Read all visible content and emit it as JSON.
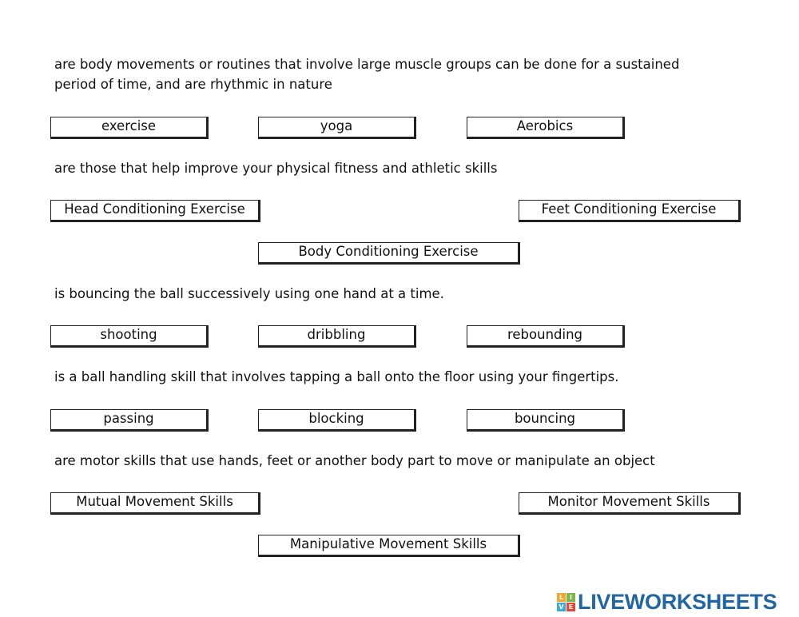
{
  "questions": [
    {
      "text": "are body movements or routines that involve large muscle groups can be done for a sustained\nperiod of time, and are rhythmic in nature",
      "options": [
        "exercise",
        "yoga",
        "Aerobics"
      ]
    },
    {
      "text": "are those that help improve your physical fitness and athletic skills",
      "options": [
        "Head Conditioning Exercise",
        "Feet Conditioning Exercise",
        "Body Conditioning Exercise"
      ]
    },
    {
      "text": "is bouncing the ball successively using one hand at a time.",
      "options": [
        "shooting",
        "dribbling",
        "rebounding"
      ]
    },
    {
      "text": "is a ball handling skill that involves tapping a ball onto the floor using your fingertips.",
      "options": [
        "passing",
        "blocking",
        "bouncing"
      ]
    },
    {
      "text": "are motor skills that use hands, feet or another body part to move or manipulate an object",
      "options": [
        "Mutual Movement Skills",
        "Monitor Movement Skills",
        "Manipulative Movement Skills"
      ]
    }
  ],
  "logo": {
    "text": "LIVEWORKSHEETS",
    "blocks": [
      "L",
      "I",
      "V",
      "E"
    ],
    "block_colors": [
      "#f2a62c",
      "#7ab648",
      "#3fa9d6",
      "#e2473a"
    ],
    "text_color": "#2166a4"
  }
}
